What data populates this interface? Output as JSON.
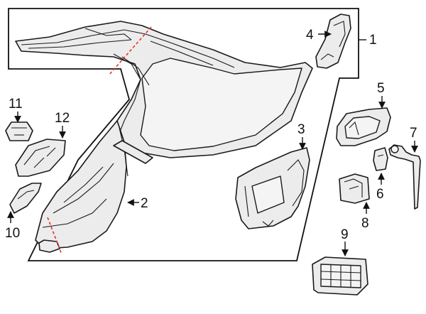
{
  "diagram": {
    "callouts": {
      "c1": "1",
      "c2": "2",
      "c3": "3",
      "c4": "4",
      "c5": "5",
      "c6": "6",
      "c7": "7",
      "c8": "8",
      "c9": "9",
      "c10": "10",
      "c11": "11",
      "c12": "12"
    },
    "colors": {
      "line": "#1a1a1a",
      "fill": "#ececec",
      "cut_line": "#e0312b"
    }
  }
}
